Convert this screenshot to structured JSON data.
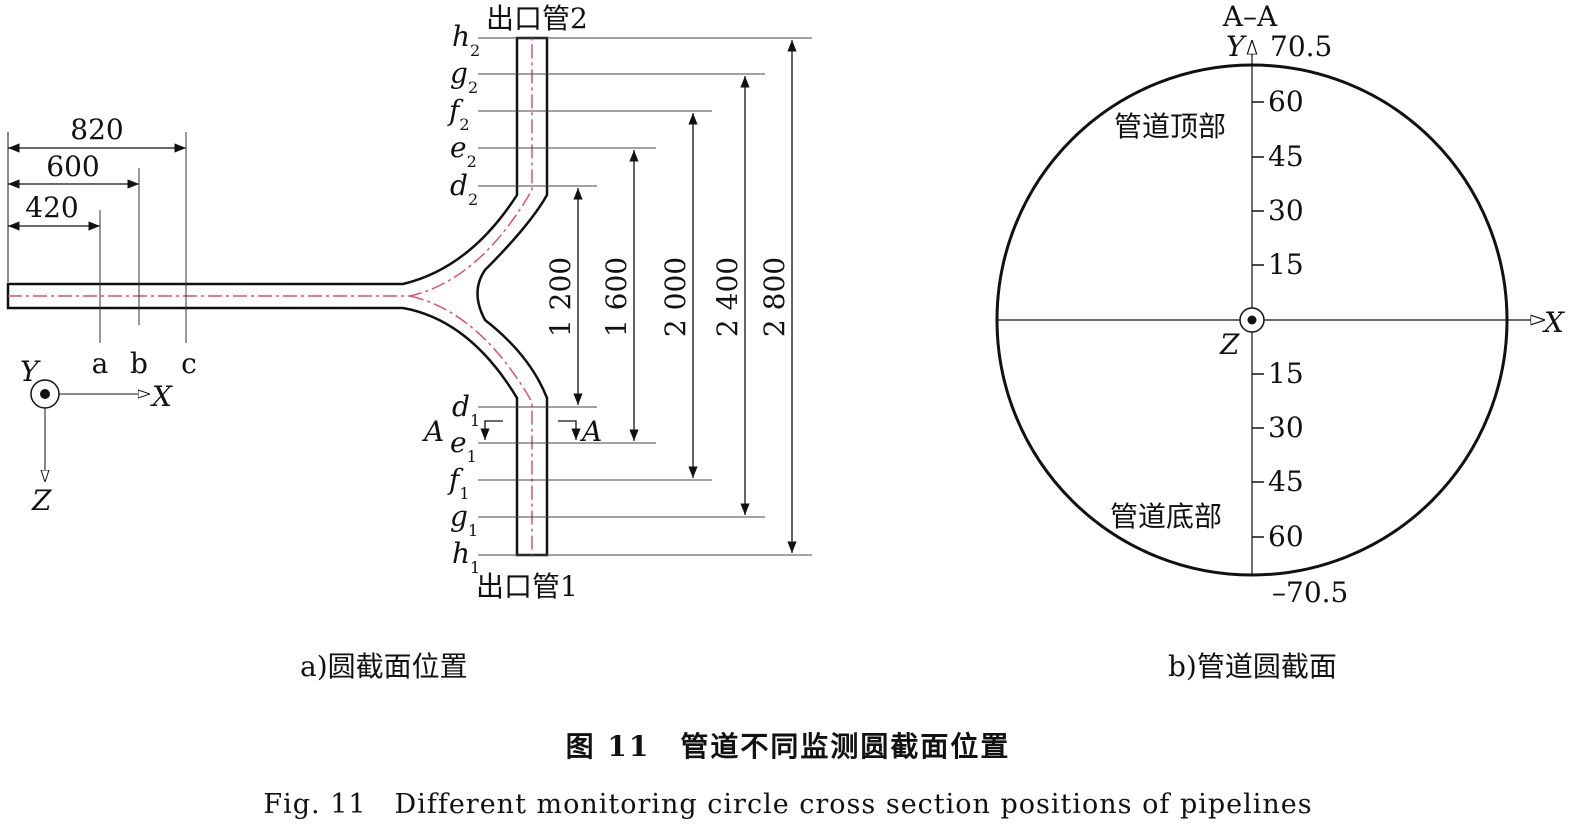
{
  "left_panel": {
    "outlet2_label": "出口管2",
    "outlet1_label": "出口管1",
    "top_dims": [
      "820",
      "600",
      "420"
    ],
    "section_letters": [
      "a",
      "b",
      "c"
    ],
    "upper_levels": [
      {
        "letter": "h",
        "sub": "2"
      },
      {
        "letter": "g",
        "sub": "2"
      },
      {
        "letter": "f",
        "sub": "2"
      },
      {
        "letter": "e",
        "sub": "2"
      },
      {
        "letter": "d",
        "sub": "2"
      }
    ],
    "lower_levels": [
      {
        "letter": "d",
        "sub": "1"
      },
      {
        "letter": "e",
        "sub": "1"
      },
      {
        "letter": "f",
        "sub": "1"
      },
      {
        "letter": "g",
        "sub": "1"
      },
      {
        "letter": "h",
        "sub": "1"
      }
    ],
    "vertical_dims": [
      "1 200",
      "1 600",
      "2 000",
      "2 400",
      "2 800"
    ],
    "section_marker": "A",
    "axis": {
      "y": "Y",
      "x": "X",
      "z": "Z"
    }
  },
  "right_panel": {
    "title": "A–A",
    "axis": {
      "y": "Y",
      "x": "X",
      "z": "Z"
    },
    "top_value": "70.5",
    "bottom_value": "–70.5",
    "upper_ticks": [
      "60",
      "45",
      "30",
      "15"
    ],
    "lower_ticks": [
      "15",
      "30",
      "45",
      "60"
    ],
    "top_label": "管道顶部",
    "bottom_label": "管道底部"
  },
  "captions": {
    "sub_a": "a)圆截面位置",
    "sub_b": "b)管道圆截面",
    "figure_cn": "图 11　管道不同监测圆截面位置",
    "figure_en": "Fig. 11　Different monitoring circle cross section positions of pipelines"
  },
  "colors": {
    "line": "#111111",
    "centerline": "#e0506a",
    "guide": "#444444"
  }
}
